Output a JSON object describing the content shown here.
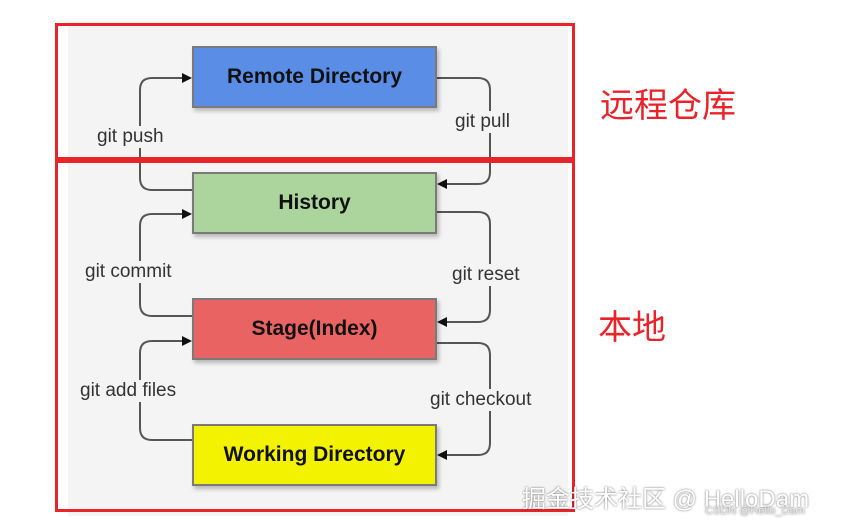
{
  "boxes": {
    "remote": "Remote Directory",
    "history": "History",
    "stage": "Stage(Index)",
    "working": "Working Directory"
  },
  "commands": {
    "push": "git push",
    "pull": "git pull",
    "commit": "git commit",
    "reset": "git reset",
    "add": "git add files",
    "checkout": "git checkout"
  },
  "regions": {
    "remote": "远程仓库",
    "local": "本地"
  },
  "watermark": {
    "main": "掘金技术社区 @ HelloDam",
    "sub": "CSDN @Hello_Dam"
  },
  "colors": {
    "remote": "#5a8ee6",
    "history": "#acd59e",
    "stage": "#e86362",
    "working": "#f3f200",
    "frame": "#e8232a"
  }
}
